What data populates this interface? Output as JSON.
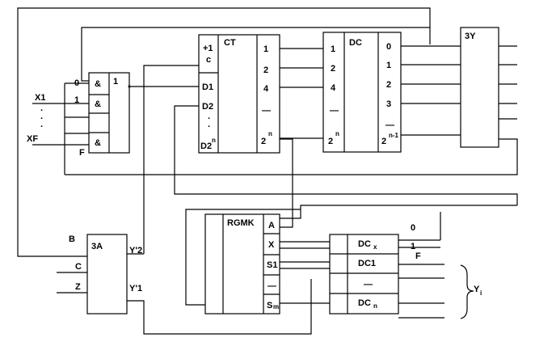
{
  "mux": {
    "inputs": [
      "X1",
      "XF"
    ],
    "ellipsis": "·",
    "gate_label": "&",
    "or_label": "1",
    "top_input": "0",
    "first_input": "1",
    "bottom_input": "F"
  },
  "counter": {
    "title": "CT",
    "inc": "+1",
    "clk": "c",
    "data_in": [
      "D1",
      "D2",
      "D2"
    ],
    "data_in_sup": "n",
    "outputs": [
      "1",
      "2",
      "4",
      "—",
      "2"
    ],
    "out_sup": "n"
  },
  "decoder": {
    "title": "DC",
    "inputs": [
      "1",
      "2",
      "4",
      "—",
      "2"
    ],
    "in_sup": "n",
    "outputs": [
      "0",
      "1",
      "2",
      "3",
      "—",
      "2"
    ],
    "out_sup": "n-1"
  },
  "control_unit": {
    "title": "3Y"
  },
  "rgmk": {
    "title": "RGMK",
    "fields": [
      "A",
      "X",
      "S1",
      "—",
      "S"
    ],
    "last_sub": "m"
  },
  "addr_unit": {
    "title": "3A",
    "inputs": [
      "B",
      "C",
      "Z"
    ],
    "outputs": [
      "Y'2",
      "Y'1"
    ]
  },
  "field_decoders": {
    "labels": [
      "DC",
      "DC1",
      "—",
      "DC"
    ],
    "subs": [
      "x",
      "",
      "",
      "n"
    ],
    "const_labels": [
      "0",
      "1",
      "F"
    ]
  },
  "outputs_label": {
    "main": "Y",
    "sub": "i"
  }
}
